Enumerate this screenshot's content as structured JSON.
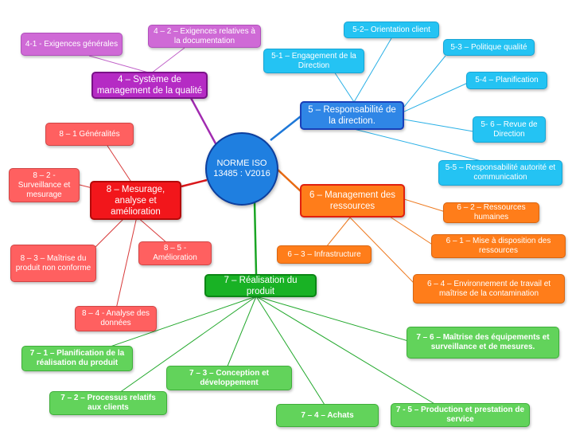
{
  "center": {
    "label": "NORME ISO 13485 : V2016"
  },
  "branch4": {
    "main": "4 – Système de management de la qualité",
    "items": [
      "4-1  - Exigences générales",
      "4 – 2 – Exigences relatives à la documentation"
    ]
  },
  "branch5": {
    "main": "5 – Responsabilité de la direction.",
    "items": [
      "5-2– Orientation client",
      "5-1 – Engagement de la Direction",
      "5-3 – Politique qualité",
      "5-4 – Planification",
      "5- 6 – Revue de Direction",
      "5-5 – Responsabilité autorité et communication"
    ]
  },
  "branch6": {
    "main": "6 – Management des ressources",
    "items": [
      "6 – 2 – Ressources humaines",
      "6 – 1 – Mise à disposition des ressources",
      "6 – 3 – Infrastructure",
      "6 – 4 – Environnement de travail et maîtrise de la contamination"
    ]
  },
  "branch7": {
    "main": "7 – Réalisation du produit",
    "items": [
      "7 – 1 – Planification de la réalisation du produit",
      "7 – 2 – Processus relatifs aux clients",
      "7 – 3 – Conception et développement",
      "7 – 4 – Achats",
      "7 - 5 – Production et prestation de service",
      "7 – 6 – Maîtrise des équipements et surveillance et de mesures."
    ]
  },
  "branch8": {
    "main": "8 – Mesurage, analyse et amélioration",
    "items": [
      "8 – 1 Généralités",
      "8 – 2 - Surveillance et mesurage",
      "8 – 3 – Maîtrise du produit non conforme",
      "8 – 4 - Analyse des données",
      "8 – 5 - Amélioration"
    ]
  },
  "colors": {
    "purple": "#b52bc4",
    "blue": "#2f86e6",
    "cyan": "#24c3f3",
    "orange": "#ff7d1a",
    "green": "#19b225",
    "red": "#f2161b",
    "center": "#1f7fe0"
  }
}
